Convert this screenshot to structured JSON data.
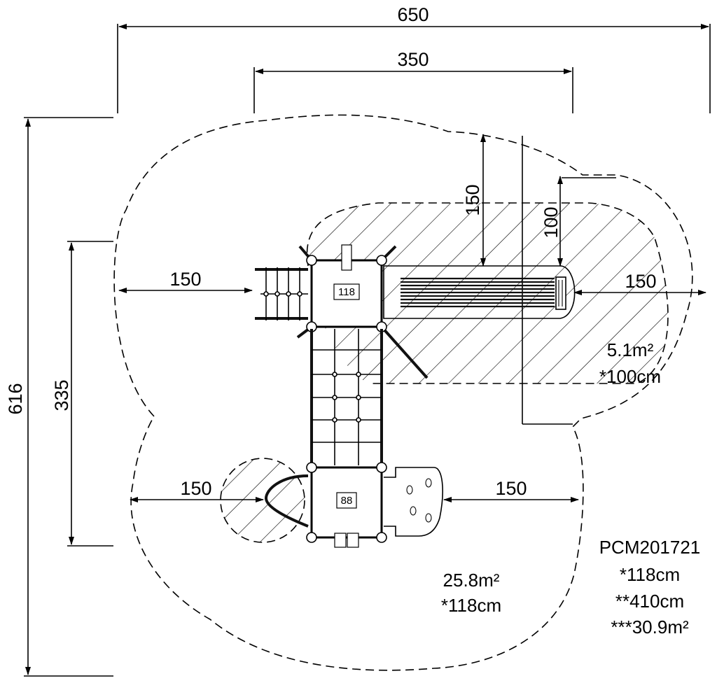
{
  "dimensions": {
    "overall_width": "650",
    "structure_width": "350",
    "overall_depth": "616",
    "structure_depth": "335",
    "left_clearance_upper": "150",
    "left_clearance_lower": "150",
    "right_clearance_lower": "150",
    "slide_side_clearance": "150",
    "top_clearance": "150",
    "slide_top_clearance": "100"
  },
  "platforms": {
    "upper_height": "118",
    "lower_height": "88"
  },
  "zones": {
    "slide_zone_area": "5.1m²",
    "slide_zone_height": "*100cm",
    "main_zone_area": "25.8m²",
    "main_zone_height": "*118cm"
  },
  "product": {
    "code": "PCM201721",
    "max_fall_height": "*118cm",
    "max_length": "**410cm",
    "total_area": "***30.9m²"
  }
}
